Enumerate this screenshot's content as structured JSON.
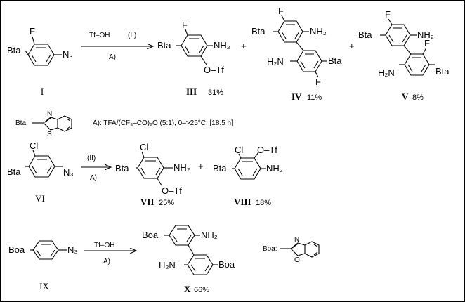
{
  "reagents": {
    "tfoh": "Tf–OH",
    "ii": "(II)",
    "a": "A)",
    "conditions": "A):  TFA/(CF₃–CO)₂O  (5:1), 0–>25°C, [18.5 h]"
  },
  "groups": {
    "bta": "Bta",
    "boa": "Boa",
    "bta_def": "Bta:",
    "boa_def": "Boa:",
    "n3": "N₃",
    "nh2": "NH₂",
    "h2n": "H₂N",
    "otf": "O–Tf",
    "f": "F",
    "cl": "Cl",
    "n": "N",
    "s": "S",
    "o": "O",
    "plus": "+"
  },
  "compounds": {
    "I": {
      "label": "I"
    },
    "III": {
      "label": "III",
      "yield": "31%"
    },
    "IV": {
      "label": "IV",
      "yield": "11%"
    },
    "V": {
      "label": "V",
      "yield": "8%"
    },
    "VI": {
      "label": "VI"
    },
    "VII": {
      "label": "VII",
      "yield": "25%"
    },
    "VIII": {
      "label": "VIII",
      "yield": "18%"
    },
    "IX": {
      "label": "IX"
    },
    "X": {
      "label": "X",
      "yield": "66%"
    }
  }
}
